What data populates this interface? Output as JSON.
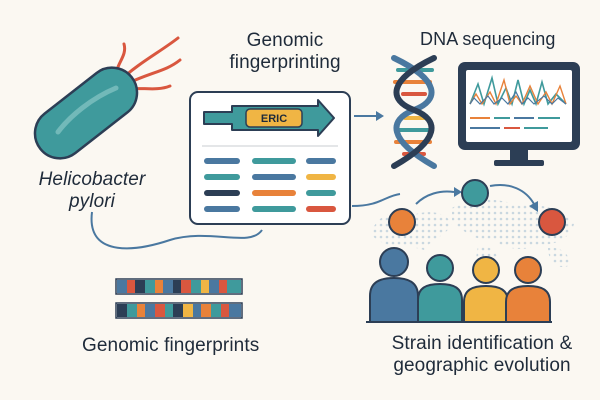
{
  "labels": {
    "organism_line1": "Helicobacter",
    "organism_line2": "pylori",
    "genomic_fingerprinting_line1": "Genomic",
    "genomic_fingerprinting_line2": "fingerprinting",
    "dna_sequencing": "DNA sequencing",
    "genomic_fingerprints": "Genomic fingerprints",
    "strain_line1": "Strain identification &",
    "strain_line2": "geographic evolution"
  },
  "panel": {
    "eric_label": "ERIC"
  },
  "icons": [
    "bacterium-icon",
    "dna-helix-icon",
    "monitor-icon",
    "world-map-icon",
    "people-group-icon"
  ],
  "colors": {
    "teal": "#3f9a9c",
    "blue": "#4a78a0",
    "orange": "#e8823a",
    "red": "#d9573f",
    "yellow": "#f0b544",
    "navy": "#2c3e55",
    "cream": "#fbf8f2"
  }
}
